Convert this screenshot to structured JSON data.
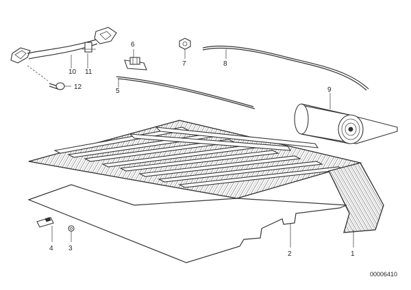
{
  "diagram": {
    "labels": {
      "p1": "1",
      "p2": "2",
      "p3": "3",
      "p4": "4",
      "p5": "5",
      "p6": "6",
      "p7": "7",
      "p8": "8",
      "p9": "9",
      "p10": "10",
      "p11": "11",
      "p12": "12"
    },
    "drawing_code": "00006410"
  }
}
